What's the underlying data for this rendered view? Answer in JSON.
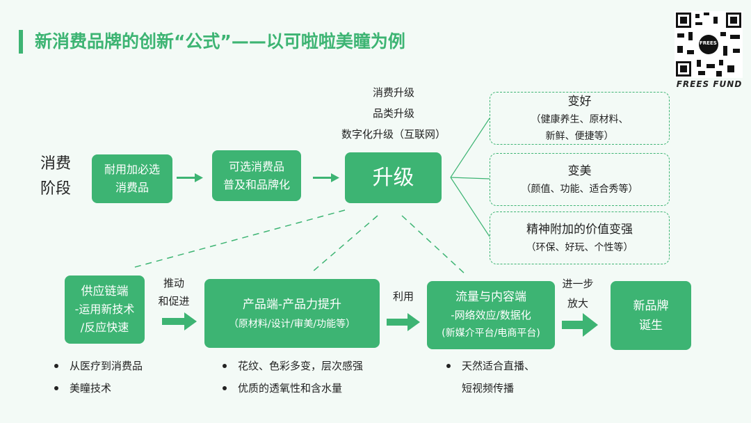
{
  "title": "新消费品牌的创新“公式”——以可啦啦美瞳为例",
  "logo": {
    "qr_center": "FREES",
    "brand": "FREES FUND"
  },
  "stage_label": [
    "消费",
    "阶段"
  ],
  "stages": [
    {
      "lines": [
        "耐用加必选",
        "消费品"
      ]
    },
    {
      "lines": [
        "可选消费品",
        "普及和品牌化"
      ]
    },
    {
      "lines": [
        "升级"
      ]
    }
  ],
  "upgrade_notes": [
    "消费升级",
    "品类升级",
    "数字化升级（互联网）"
  ],
  "outcomes": [
    {
      "title": "变好",
      "desc": [
        "（健康养生、原材料、",
        "新鲜、便捷等）"
      ]
    },
    {
      "title": "变美",
      "desc": [
        "（颜值、功能、适合秀等）"
      ]
    },
    {
      "title": "精神附加的价值变强",
      "desc": [
        "（环保、好玩、个性等）"
      ]
    }
  ],
  "drivers": [
    {
      "lines": [
        "供应链端",
        "-运用新技术",
        "/反应快速"
      ]
    },
    {
      "lines": [
        "产品端-产品力提升",
        "（原材料/设计/审美/功能等）"
      ]
    },
    {
      "lines": [
        "流量与内容端",
        "-网络效应/数据化",
        "(新媒介平台/电商平台)"
      ]
    },
    {
      "lines": [
        "新品牌",
        "诞生"
      ]
    }
  ],
  "connectors": [
    [
      "推动",
      "和促进"
    ],
    [
      "利用"
    ],
    [
      "进一步",
      "放大"
    ]
  ],
  "bullets": [
    [
      "从医疗到消费品",
      "美瞳技术"
    ],
    [
      "花纹、色彩多变，层次感强",
      "优质的透氧性和含水量"
    ],
    [
      "天然适合直播、",
      "短视频传播"
    ]
  ],
  "colors": {
    "accent": "#3db473",
    "background": "#f3faf6"
  }
}
